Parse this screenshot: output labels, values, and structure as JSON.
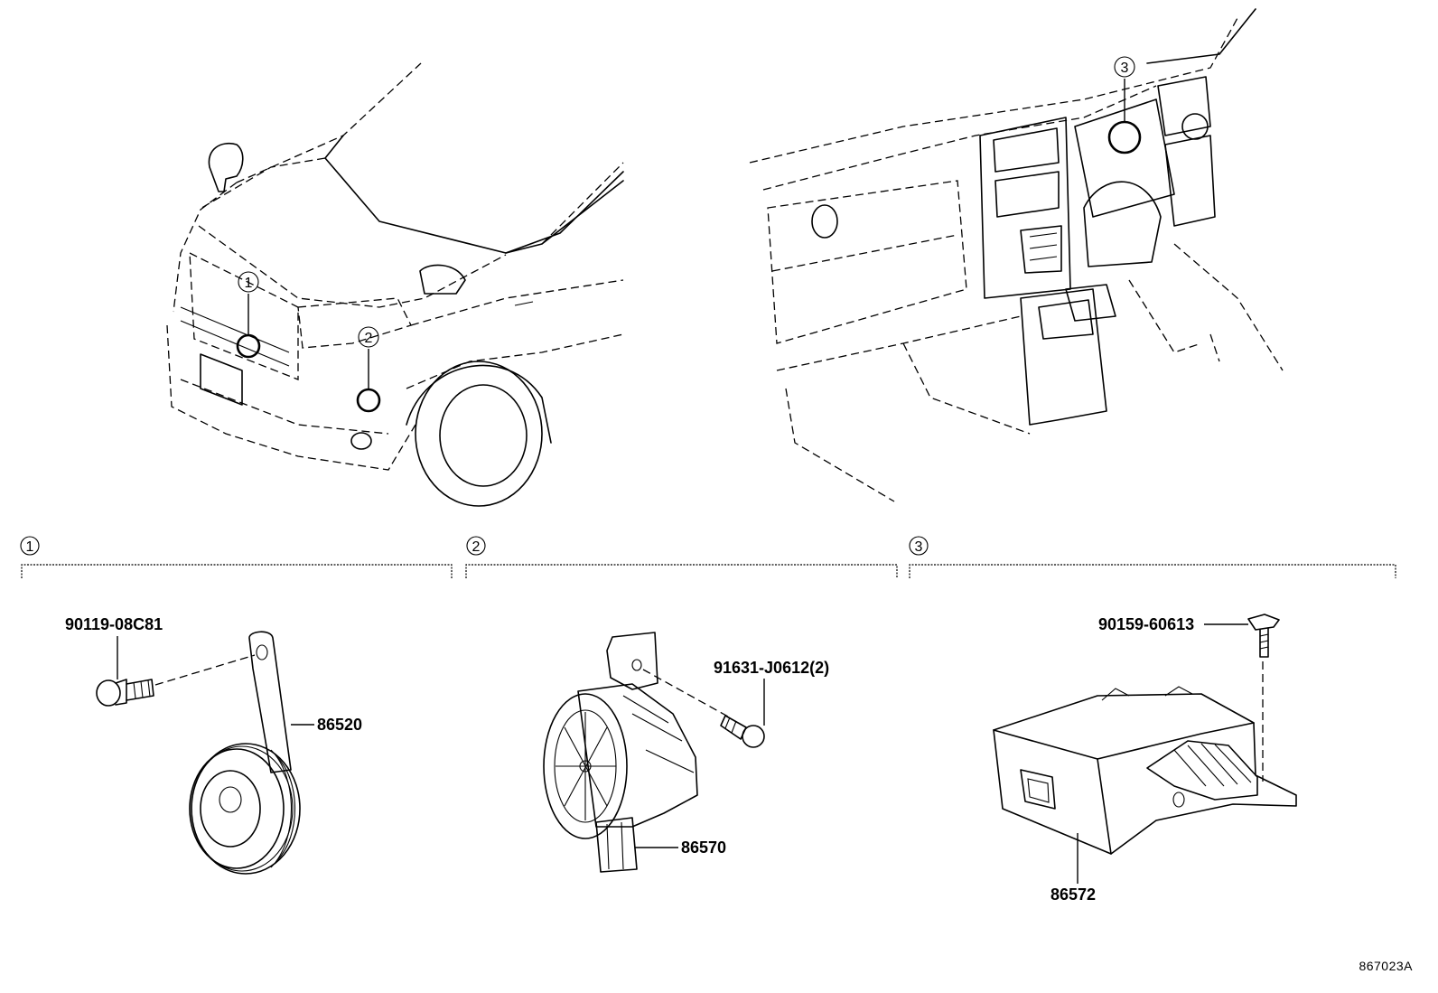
{
  "callouts": {
    "c1": "1",
    "c2": "2",
    "c3": "3"
  },
  "sections": [
    {
      "label": "1"
    },
    {
      "label": "2"
    },
    {
      "label": "3"
    }
  ],
  "parts": {
    "bolt_1": "90119-08C81",
    "horn": "86520",
    "bolt_2": "91631-J0612(2)",
    "buzzer": "86570",
    "bolt_3": "90159-60613",
    "controller": "86572"
  },
  "diagram_code": "867023A"
}
